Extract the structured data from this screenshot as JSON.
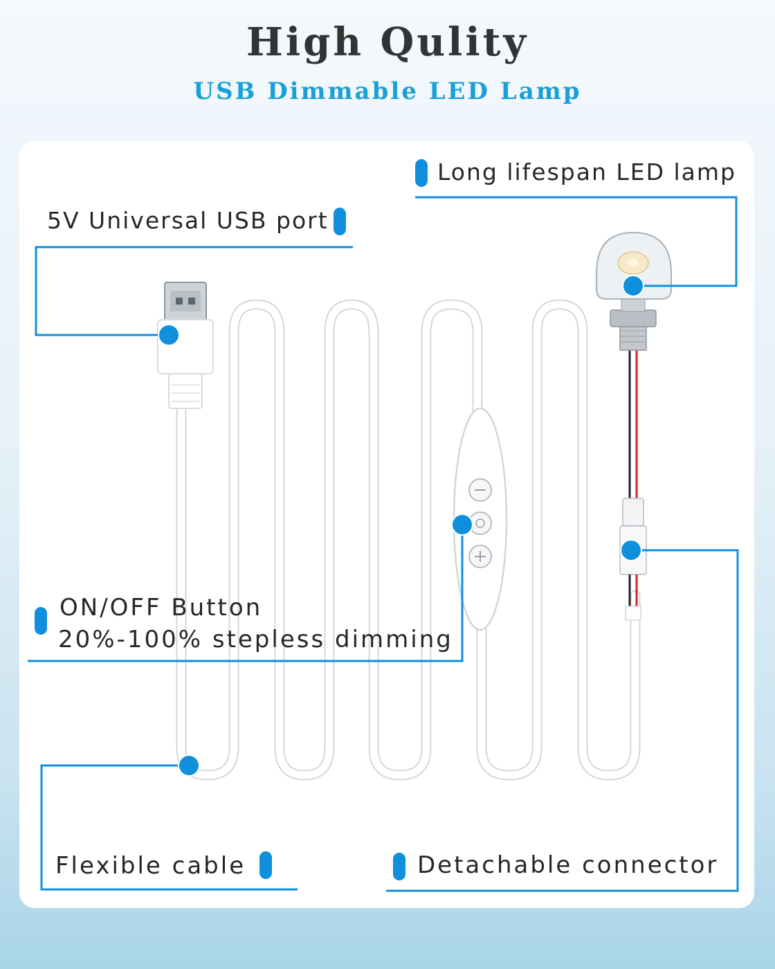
{
  "header": {
    "title": "High Qulity",
    "subtitle": "USB Dimmable LED Lamp"
  },
  "callouts": {
    "lamp": "Long lifespan LED lamp",
    "usb": "5V Universal USB port",
    "button_line1": "ON/OFF Button",
    "button_line2": "20%-100% stepless dimming",
    "cable": "Flexible cable",
    "connector": "Detachable connector"
  },
  "colors": {
    "accent": "#0f8fdc",
    "subtitle": "#1aa0d8",
    "title": "#333333"
  },
  "icons": [
    "usb-plug-icon",
    "led-lamp-icon",
    "dimmer-switch-icon",
    "connector-icon"
  ]
}
